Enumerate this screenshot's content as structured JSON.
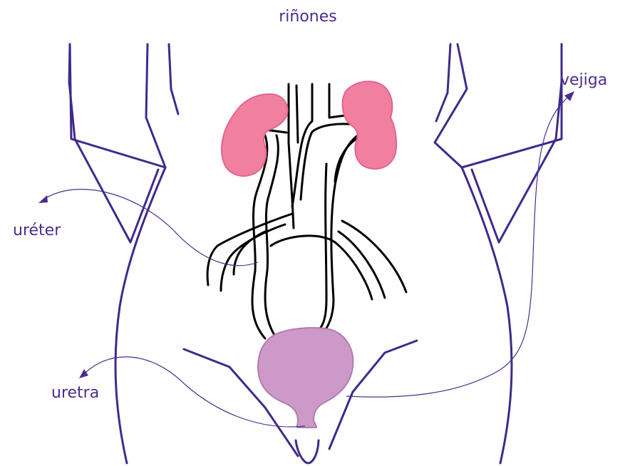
{
  "labels": {
    "kidneys": "riñones",
    "bladder": "vejiga",
    "ureter": "uréter",
    "urethra": "uretra"
  },
  "colors": {
    "outline": "#3f2a8c",
    "kidney": "#f07fa0",
    "kidney_stroke": "#e0668d",
    "bladder": "#cc99c9",
    "bladder_stroke": "#b07db0",
    "vessel": "#000000",
    "label": "#4b2d91"
  }
}
